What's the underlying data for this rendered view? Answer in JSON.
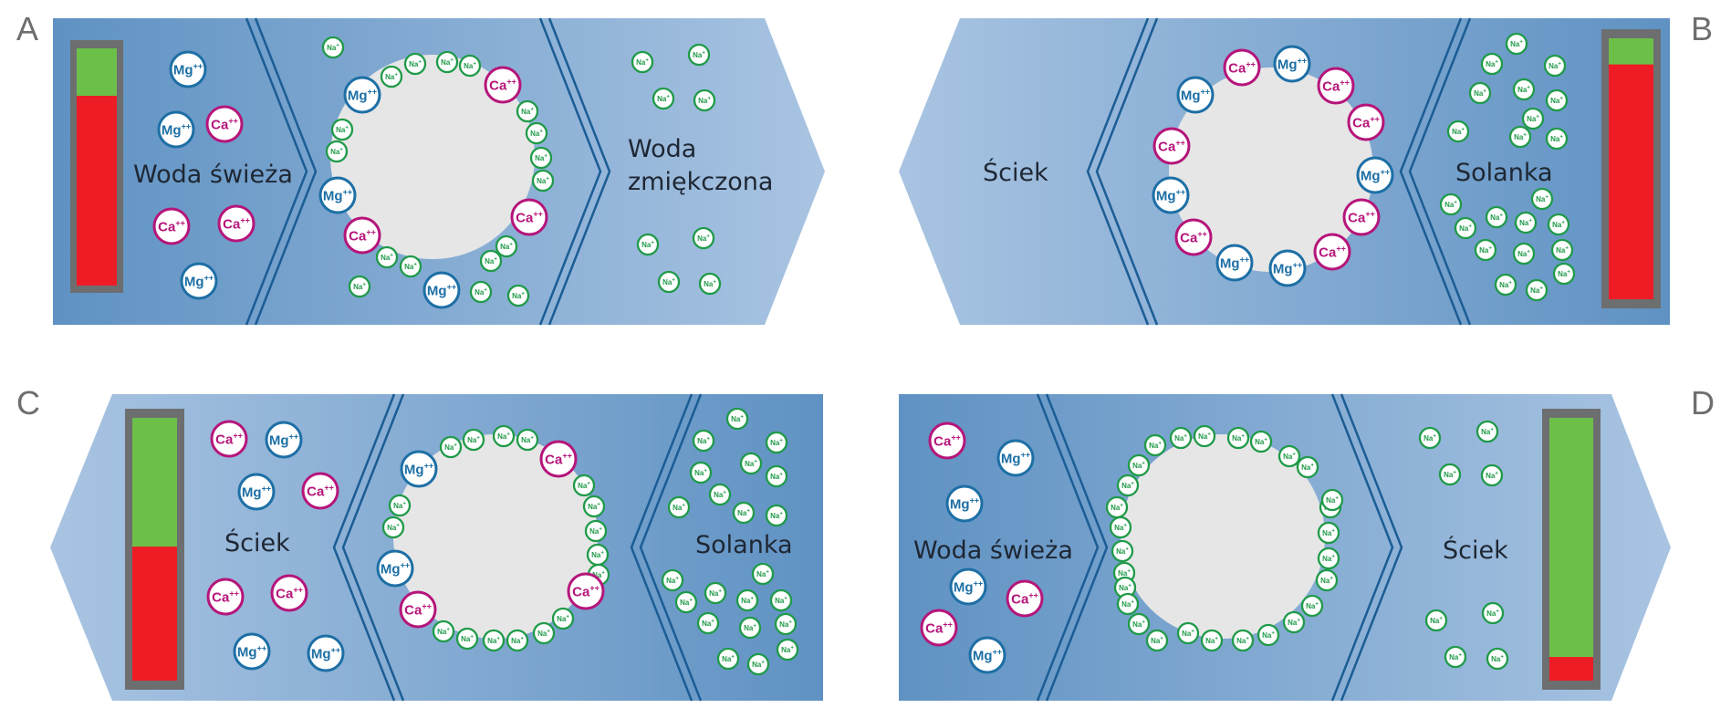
{
  "panels": [
    {
      "letter": "A",
      "labels": {
        "left": "Woda świeża",
        "right_line1": "Woda",
        "right_line2": "zmiękczona"
      },
      "meter_fill_fraction": 0.2
    },
    {
      "letter": "B",
      "labels": {
        "left": "Ściek",
        "right": "Solanka"
      },
      "meter_fill_fraction": 0.1
    },
    {
      "letter": "C",
      "labels": {
        "left": "Ściek",
        "right": "Solanka"
      },
      "meter_fill_fraction": 0.49
    },
    {
      "letter": "D",
      "labels": {
        "left": "Woda świeża",
        "right": "Ściek"
      },
      "meter_fill_fraction": 0.91
    }
  ],
  "ions": {
    "mg": {
      "symbol": "Mg",
      "charge": "++"
    },
    "ca": {
      "symbol": "Ca",
      "charge": "++"
    },
    "na": {
      "symbol": "Na",
      "charge": "+"
    }
  },
  "colors": {
    "mg": "#1d6fa5",
    "ca": "#b5157a",
    "na": "#1f9a48",
    "meter_green": "#6cc04a",
    "meter_red": "#ee1c25",
    "meter_frame": "#6d6e70",
    "resin_bead": "#e6e6e6",
    "arrow_light": "#a4bfdd",
    "arrow_dark": "#6b9ac6",
    "chevron": "#1b5d95"
  }
}
